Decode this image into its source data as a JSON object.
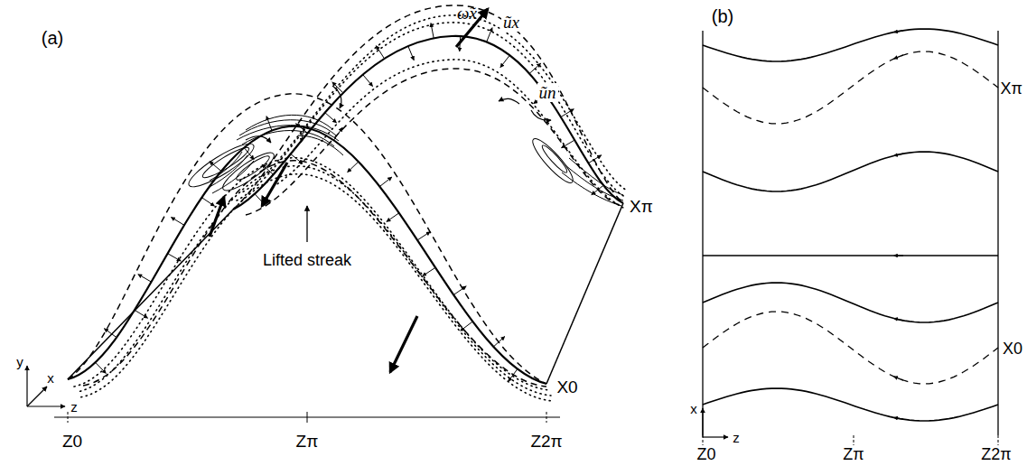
{
  "diagram": {
    "labels": [
      "(a)",
      "ω̃x",
      "ũx",
      "ũn",
      "Xπ",
      "Lifted streak",
      "X0",
      "y",
      "x",
      "z",
      "Z0",
      "Zπ",
      "Z2π",
      "(b)",
      "Xπ",
      "x",
      "X0",
      "z",
      "Z0",
      "Zπ",
      "Z2π"
    ]
  }
}
